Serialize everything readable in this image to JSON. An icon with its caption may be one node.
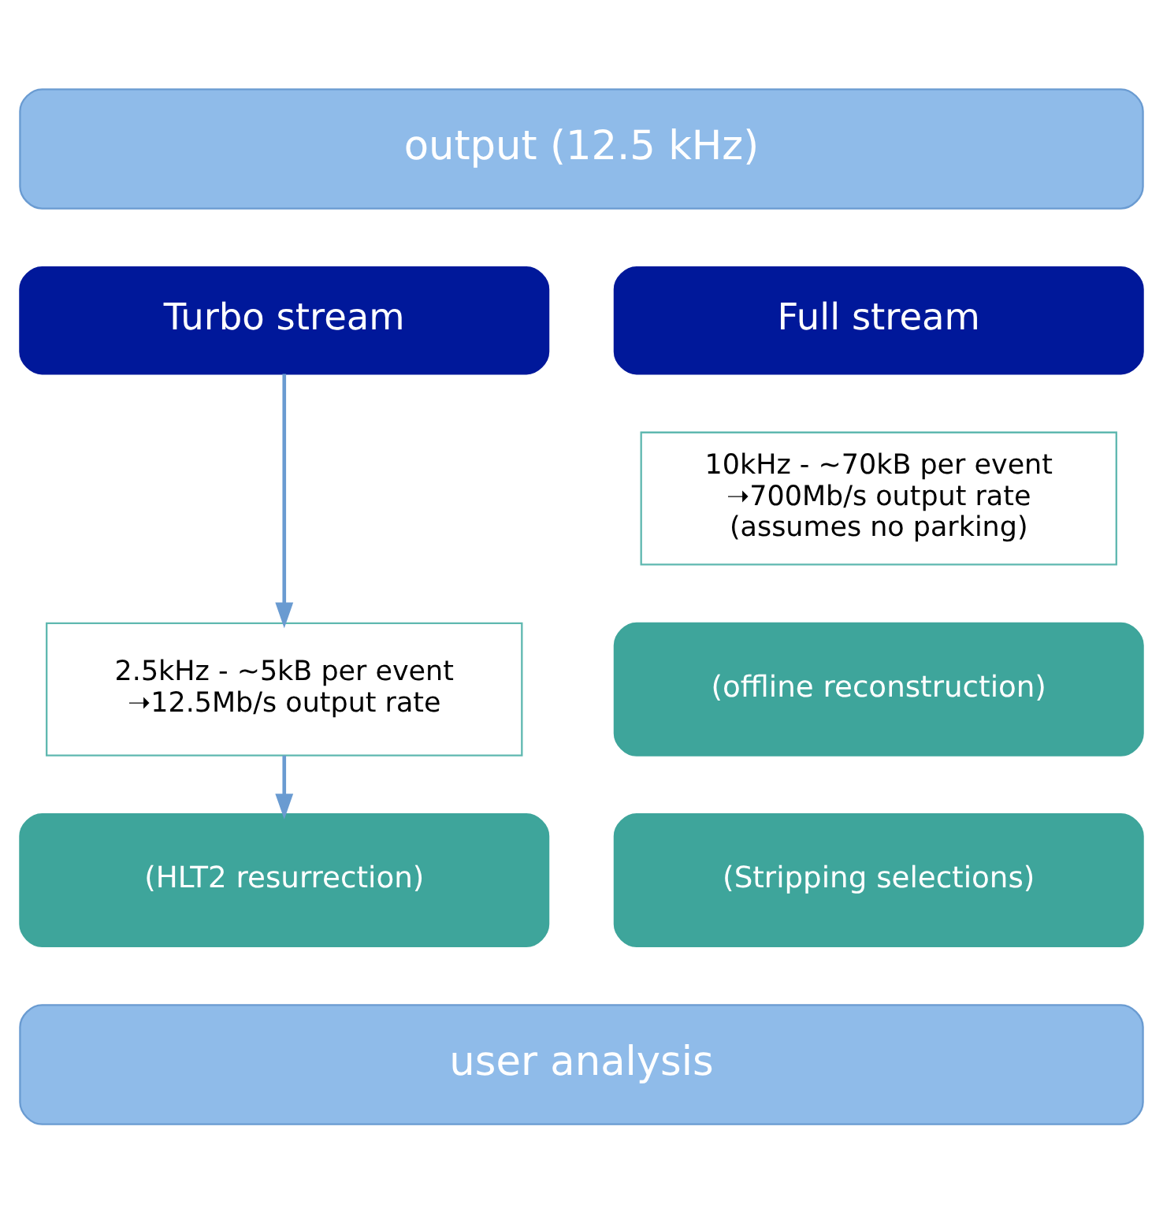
{
  "diagram": {
    "nodes": [
      {
        "text": [
          "output (12.5 kHz)"
        ]
      },
      {
        "text": [
          "Turbo stream"
        ]
      },
      {
        "text": [
          "Full stream"
        ]
      },
      {
        "text": [
          "10kHz - ~70kB per event ➝700Mb/s output rate (assumes no parking)"
        ]
      },
      {
        "text": [
          "2.5kHz - ~5kB per event ➝12.5Mb/s output rate"
        ]
      },
      {
        "text": [
          "(offline reconstruction)"
        ]
      },
      {
        "text": [
          "(HLT2 resurrection)"
        ]
      },
      {
        "text": [
          "(Stripping selections)"
        ]
      },
      {
        "text": [
          "user analysis"
        ]
      }
    ],
    "edges": [
      {
        "from": 1,
        "to": 4,
        "arrow": "to"
      },
      {
        "from": 4,
        "to": 6,
        "arrow": "to"
      }
    ]
  }
}
